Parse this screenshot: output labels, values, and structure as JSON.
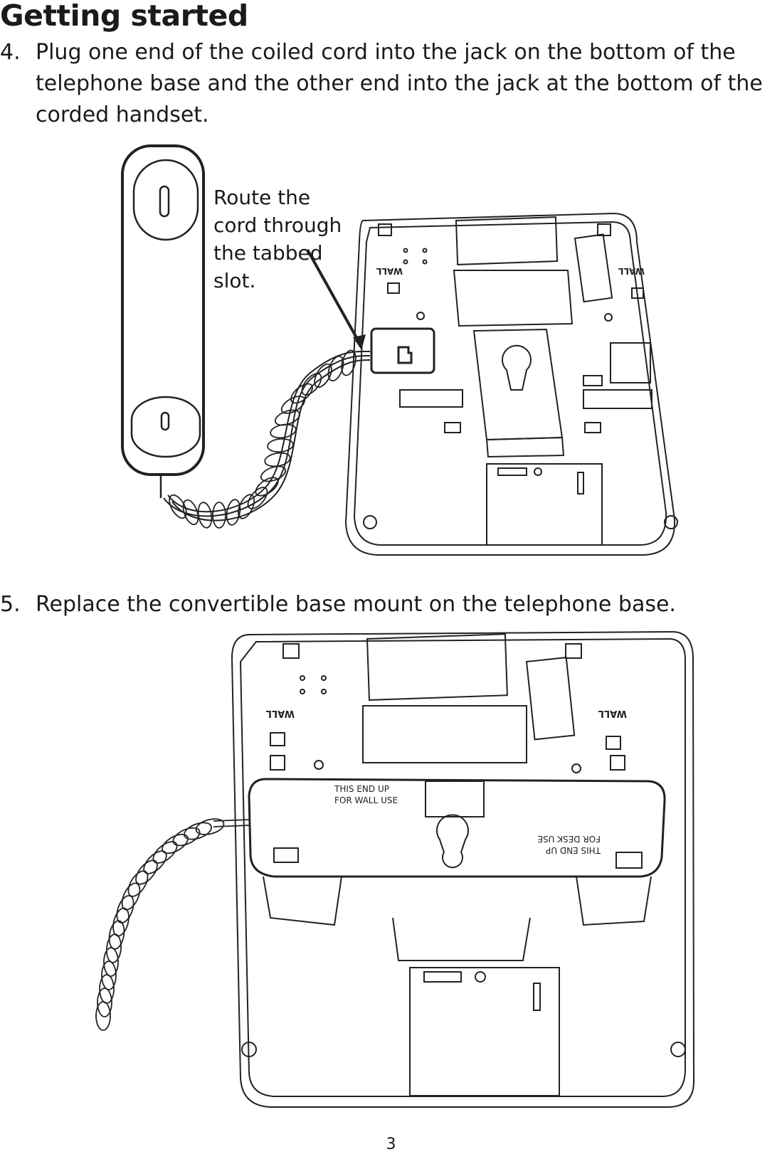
{
  "page": {
    "section_title": "Getting started",
    "page_number": "3"
  },
  "steps": [
    {
      "number": "4.",
      "text": "Plug one end of the coiled cord into the jack on the bottom of the telephone base and the other end into the jack at the bottom of the corded handset."
    },
    {
      "number": "5.",
      "text": "Replace the convertible base mount on the telephone base."
    }
  ],
  "figure1": {
    "callout": "Route the cord through the tabbed slot.",
    "wall_label": "WALL"
  },
  "figure2": {
    "wall_label": "WALL",
    "mount_top_label_line1": "THIS END UP",
    "mount_top_label_line2": "FOR WALL USE",
    "mount_bottom_label_line1": "THIS END UP",
    "mount_bottom_label_line2": "FOR DESK USE"
  }
}
